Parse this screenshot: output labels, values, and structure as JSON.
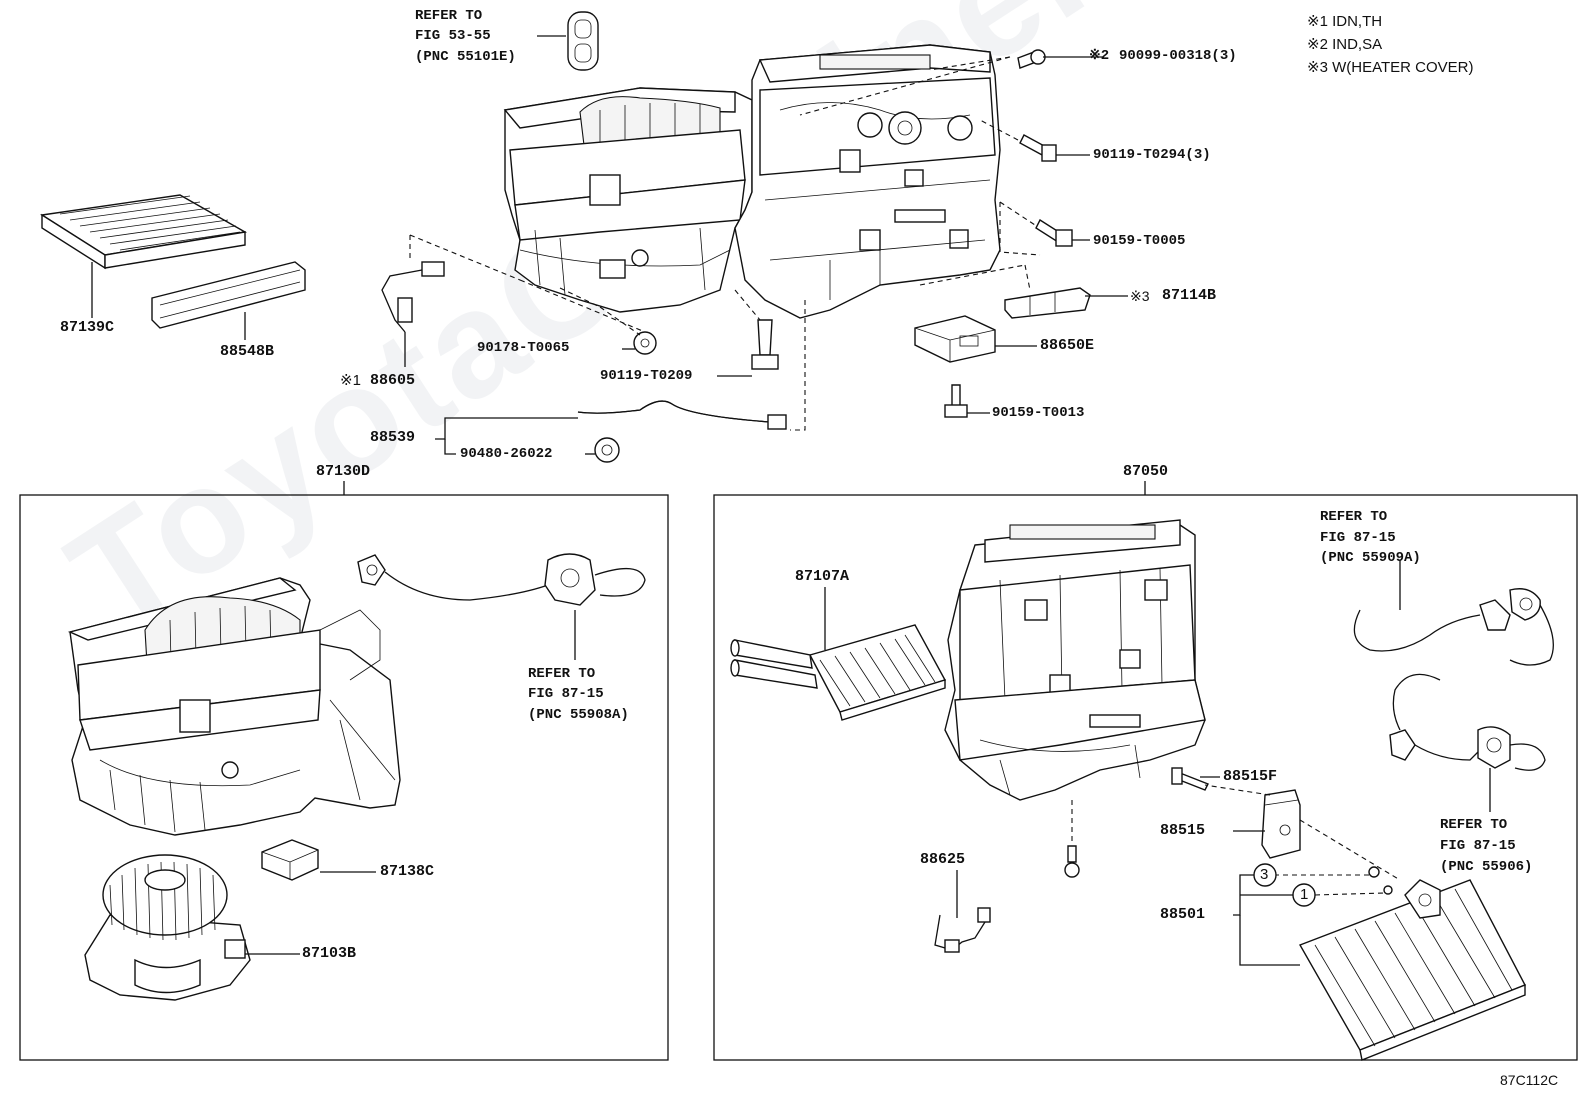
{
  "notes": [
    "※1 IDN,TH",
    "※2 IND,SA",
    "※3 W(HEATER COVER)"
  ],
  "figure_code": "87C112C",
  "watermark": "ToyotaCarMine.ru",
  "refs": {
    "top": [
      "REFER TO",
      "FIG 53-55",
      "(PNC 55101E)"
    ],
    "left_box": [
      "REFER TO",
      "FIG 87-15",
      "(PNC 55908A)"
    ],
    "right_top": [
      "REFER TO",
      "FIG 87-15",
      "(PNC 55909A)"
    ],
    "right_bottom": [
      "REFER TO",
      "FIG 87-15",
      "(PNC 55906)"
    ]
  },
  "parts": {
    "p90099": "90099-00318(3)",
    "p90099_mark": "※2",
    "p90119a": "90119-T0294(3)",
    "p90159a": "90159-T0005",
    "p87114": "87114B",
    "p87114_mark": "※3",
    "p88650": "88650E",
    "p90159b": "90159-T0013",
    "p87139": "87139C",
    "p88548": "88548B",
    "p88605": "88605",
    "p88605_mark": "※1",
    "p90178": "90178-T0065",
    "p90119b": "90119-T0209",
    "p88539": "88539",
    "p90480": "90480-26022",
    "p87130": "87130D",
    "p87050": "87050",
    "p87138": "87138C",
    "p87103": "87103B",
    "p87107": "87107A",
    "p88515f": "88515F",
    "p88515": "88515",
    "p88625": "88625",
    "p88501": "88501",
    "circle3": "3",
    "circle1": "1"
  }
}
